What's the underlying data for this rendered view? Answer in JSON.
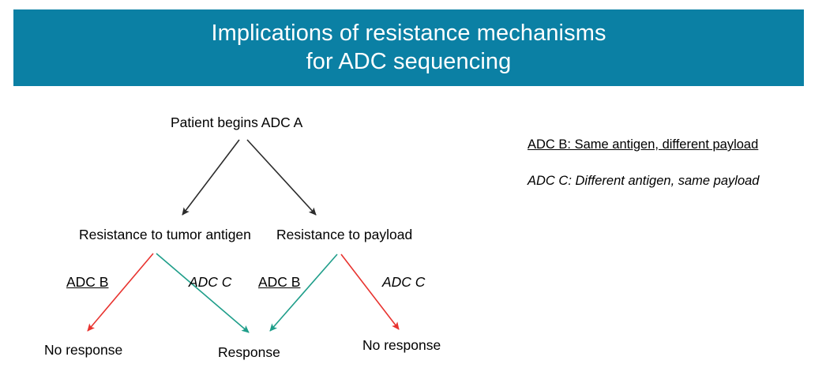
{
  "banner": {
    "title": "Implications of resistance mechanisms\nfor ADC sequencing",
    "background_color": "#0b80a4",
    "text_color": "#ffffff"
  },
  "legend": {
    "adc_b": "ADC B: Same antigen, different payload",
    "adc_c": "ADC C: Different antigen, same payload"
  },
  "diagram": {
    "type": "flowchart",
    "colors": {
      "black_arrow": "#2b2b2b",
      "red_arrow": "#e8332f",
      "teal_arrow": "#1f9e8a"
    },
    "nodes": {
      "root": "Patient begins ADC A",
      "resistance_antigen": "Resistance to tumor antigen",
      "resistance_payload": "Resistance to payload",
      "outcome_no_response_left": "No response",
      "outcome_response": "Response",
      "outcome_no_response_right": "No response"
    },
    "edge_labels": {
      "branch1_left": "ADC B",
      "branch1_right": "ADC C",
      "branch2_left": "ADC B",
      "branch2_right": "ADC C"
    },
    "edges": [
      {
        "name": "root-to-resistance-antigen",
        "from": "root",
        "to": "resistance_antigen",
        "color": "#2b2b2b",
        "label": ""
      },
      {
        "name": "root-to-resistance-payload",
        "from": "root",
        "to": "resistance_payload",
        "color": "#2b2b2b",
        "label": ""
      },
      {
        "name": "antigen-adcb-to-no-response",
        "from": "resistance_antigen",
        "to": "outcome_no_response_left",
        "color": "#e8332f",
        "label": "ADC B"
      },
      {
        "name": "antigen-adcc-to-response",
        "from": "resistance_antigen",
        "to": "outcome_response",
        "color": "#1f9e8a",
        "label": "ADC C"
      },
      {
        "name": "payload-adcb-to-response",
        "from": "resistance_payload",
        "to": "outcome_response",
        "color": "#1f9e8a",
        "label": "ADC B"
      },
      {
        "name": "payload-adcc-to-no-response",
        "from": "resistance_payload",
        "to": "outcome_no_response_right",
        "color": "#e8332f",
        "label": "ADC C"
      }
    ]
  }
}
